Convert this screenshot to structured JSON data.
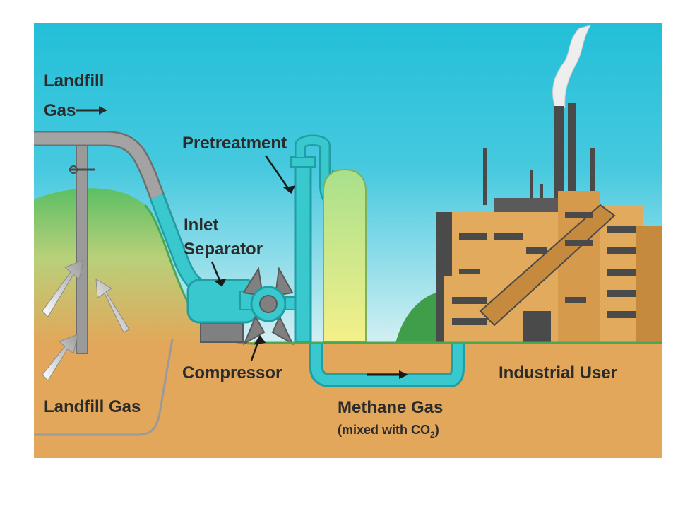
{
  "labels": {
    "landfill_gas_top_line1": "Landfill",
    "landfill_gas_top_line2": "Gas",
    "pretreatment": "Pretreatment",
    "inlet_separator_line1": "Inlet",
    "inlet_separator_line2": "Separator",
    "compressor": "Compressor",
    "landfill_gas_bottom": "Landfill Gas",
    "methane_gas": "Methane Gas",
    "methane_note_prefix": "(mixed with CO",
    "methane_note_sub": "2",
    "methane_note_suffix": ")",
    "industrial_user": "Industrial User"
  },
  "icons": {
    "flow_arrow_top": "arrow-right-icon",
    "flow_arrow_pipe": "arrow-right-icon",
    "valve": "valve-icon",
    "smoke": "smoke-icon"
  },
  "colors": {
    "sky_top": "#22bfd8",
    "sky_bottom": "#c8ecf2",
    "ground": "#e2a75a",
    "hill_green": "#5cbf64",
    "pipe_gray": "#9a9a9a",
    "pipe_teal": "#34c7cc",
    "compressor_gray": "#808080",
    "tank_green": "#c9ea84",
    "building_tan": "#e2aa5c",
    "building_dark": "#4a4a4a",
    "label_text": "#2b2b2b"
  }
}
